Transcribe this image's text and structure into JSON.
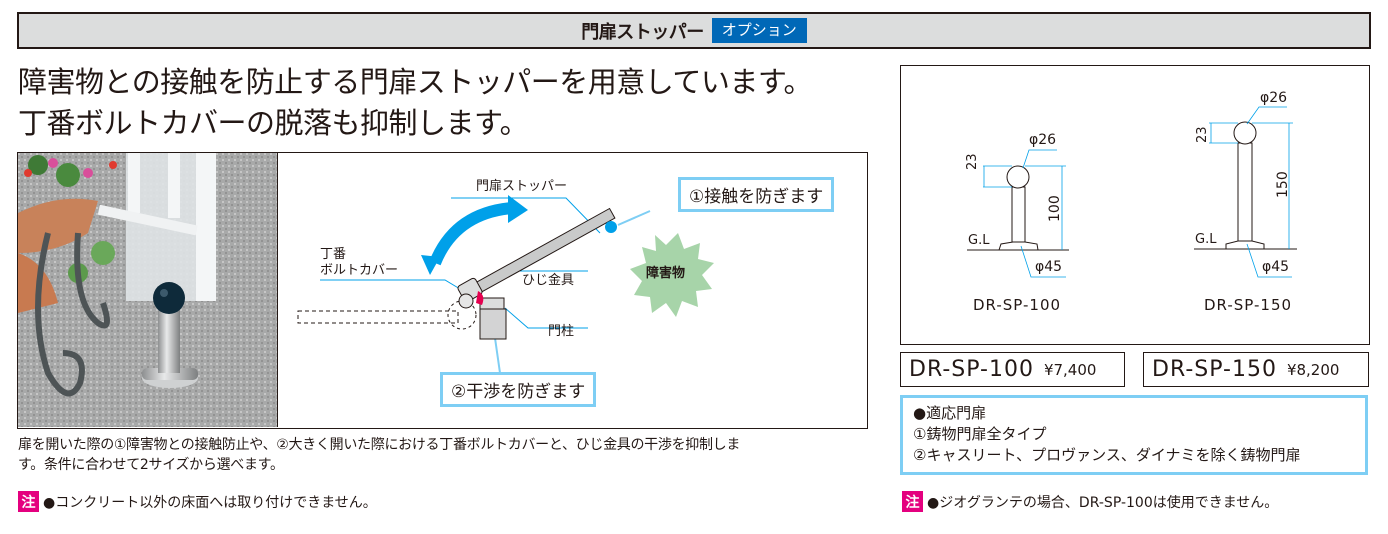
{
  "header": {
    "title": "門扉ストッパー",
    "badge": "オプション"
  },
  "headline": {
    "line1": "障害物との接触を防止する門扉ストッパーを用意しています。",
    "line2": "丁番ボルトカバーの脱落も抑制します。"
  },
  "diagram": {
    "labels": {
      "stopper": "門扉ストッパー",
      "hinge_cover_line1": "丁番",
      "hinge_cover_line2": "ボルトカバー",
      "hinge_fitting": "ひじ金具",
      "post": "門柱",
      "obstacle": "障害物"
    },
    "callouts": {
      "contact": "①接触を防ぎます",
      "interference": "②干渉を防ぎます"
    }
  },
  "caption": {
    "line1": "扉を開いた際の①障害物との接触防止や、②大きく開いた際における丁番ボルトカバーと、ひじ金具の干渉を抑制しま",
    "line2": "す。条件に合わせて2サイズから選べます。"
  },
  "note_left": {
    "badge": "注",
    "text": "●コンクリート以外の床面へは取り付けできません。"
  },
  "spec": {
    "models": [
      {
        "name": "DR-SP-100",
        "ball_dia": "φ26",
        "ball_h": "23",
        "height": "100",
        "base_dia": "φ45",
        "gl": "G.L",
        "price": "¥7,400"
      },
      {
        "name": "DR-SP-150",
        "ball_dia": "φ26",
        "ball_h": "23",
        "height": "150",
        "base_dia": "φ45",
        "gl": "G.L",
        "price": "¥8,200"
      }
    ]
  },
  "compat": {
    "title": "●適応門扉",
    "item1": "①鋳物門扉全タイプ",
    "item2": "②キャスリート、プロヴァンス、ダイナミを除く鋳物門扉"
  },
  "note_right": {
    "badge": "注",
    "text": "●ジオグランテの場合、DR-SP-100は使用できません。"
  },
  "colors": {
    "accent_blue": "#0068b7",
    "callout_cyan": "#7ecef4",
    "note_magenta": "#e4007f",
    "header_gray": "#dcdddd"
  }
}
